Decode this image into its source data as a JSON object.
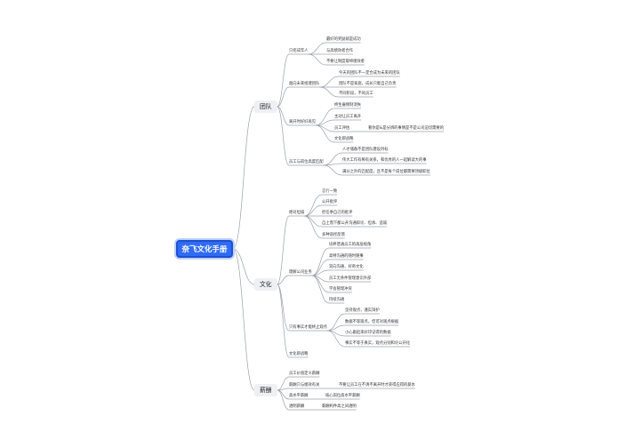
{
  "root": "奈飞文化手册",
  "categories": [
    {
      "label": "团队",
      "children": [
        {
          "label": "只招成年人",
          "children": [
            {
              "label": "最好的奖励就是成功"
            },
            {
              "label": "与高绩效者合作"
            },
            {
              "label": "不要让制度取缔绩效者"
            }
          ]
        },
        {
          "label": "面向未来组建团队",
          "children": [
            {
              "label": "今天的团队不一定合成为未来的团队"
            },
            {
              "label": "团队不是家庭，成长只能自己负责"
            },
            {
              "label": "不同阶段，不同员工"
            }
          ]
        },
        {
          "label": "离开时好好再见",
          "children": [
            {
              "label": "终生雇佣制消失"
            },
            {
              "label": "主动让员工离开"
            },
            {
              "label": "员工评估",
              "children": [
                {
                  "label": "看你是&是分辨的事情是不是公司迫切需要的"
                }
              ]
            },
            {
              "label": "文化即战略"
            }
          ]
        },
        {
          "label": "员工与岗位高度匹配",
          "children": [
            {
              "label": "人才储备不是团队建设目标"
            },
            {
              "label": "伟大工作有稀有关系，和优秀的人一起解读大的事"
            },
            {
              "label": "满分之外的匹配度，且不是每个岗位都需要顶级职位"
            }
          ]
        }
      ]
    },
    {
      "label": "文化",
      "children": [
        {
          "label": "绝对坦诚",
          "children": [
            {
              "label": "言行一致"
            },
            {
              "label": "公开批评"
            },
            {
              "label": "担任季自己的批评"
            },
            {
              "label": "自上而下都公开沟通辩论、坦承、追诚"
            },
            {
              "label": "多种途径反馈"
            }
          ]
        },
        {
          "label": "理解公司业务",
          "children": [
            {
              "label": "培养普通员工的高层视角"
            },
            {
              "label": "高特沟通的随时随事"
            },
            {
              "label": "双向沟通，好奇文化"
            },
            {
              "label": "员工无条件管理意识外部"
            },
            {
              "label": "学会管理冲突"
            },
            {
              "label": "持续沟通"
            }
          ]
        },
        {
          "label": "只有事实才能终止观点",
          "children": [
            {
              "label": "坚持观点，谨实辩护"
            },
            {
              "label": "数据不等观点，但可对观点根据"
            },
            {
              "label": "小心跟起来好印记得的数据"
            },
            {
              "label": "事实不等于真实，观点分别和论公开化"
            }
          ]
        },
        {
          "label": "文化即战略"
        }
      ]
    },
    {
      "label": "薪酬",
      "children": [
        {
          "label": "员工价值定义薪酬"
        },
        {
          "label": "薪酬只与绩效有关",
          "children": [
            {
              "label": "不要让员工在不清不离开时才获得应得的薪水"
            }
          ]
        },
        {
          "label": "高水平薪酬",
          "children": [
            {
              "label": "核心岗位高水平薪酬"
            }
          ]
        },
        {
          "label": "透明薪酬",
          "children": [
            {
              "label": "薪酬构件高之间透明"
            }
          ]
        }
      ]
    }
  ],
  "colors": {
    "root_fill": "#2f6bf5",
    "category_fill": "#eef0f4",
    "line": "#9aa1ab"
  }
}
